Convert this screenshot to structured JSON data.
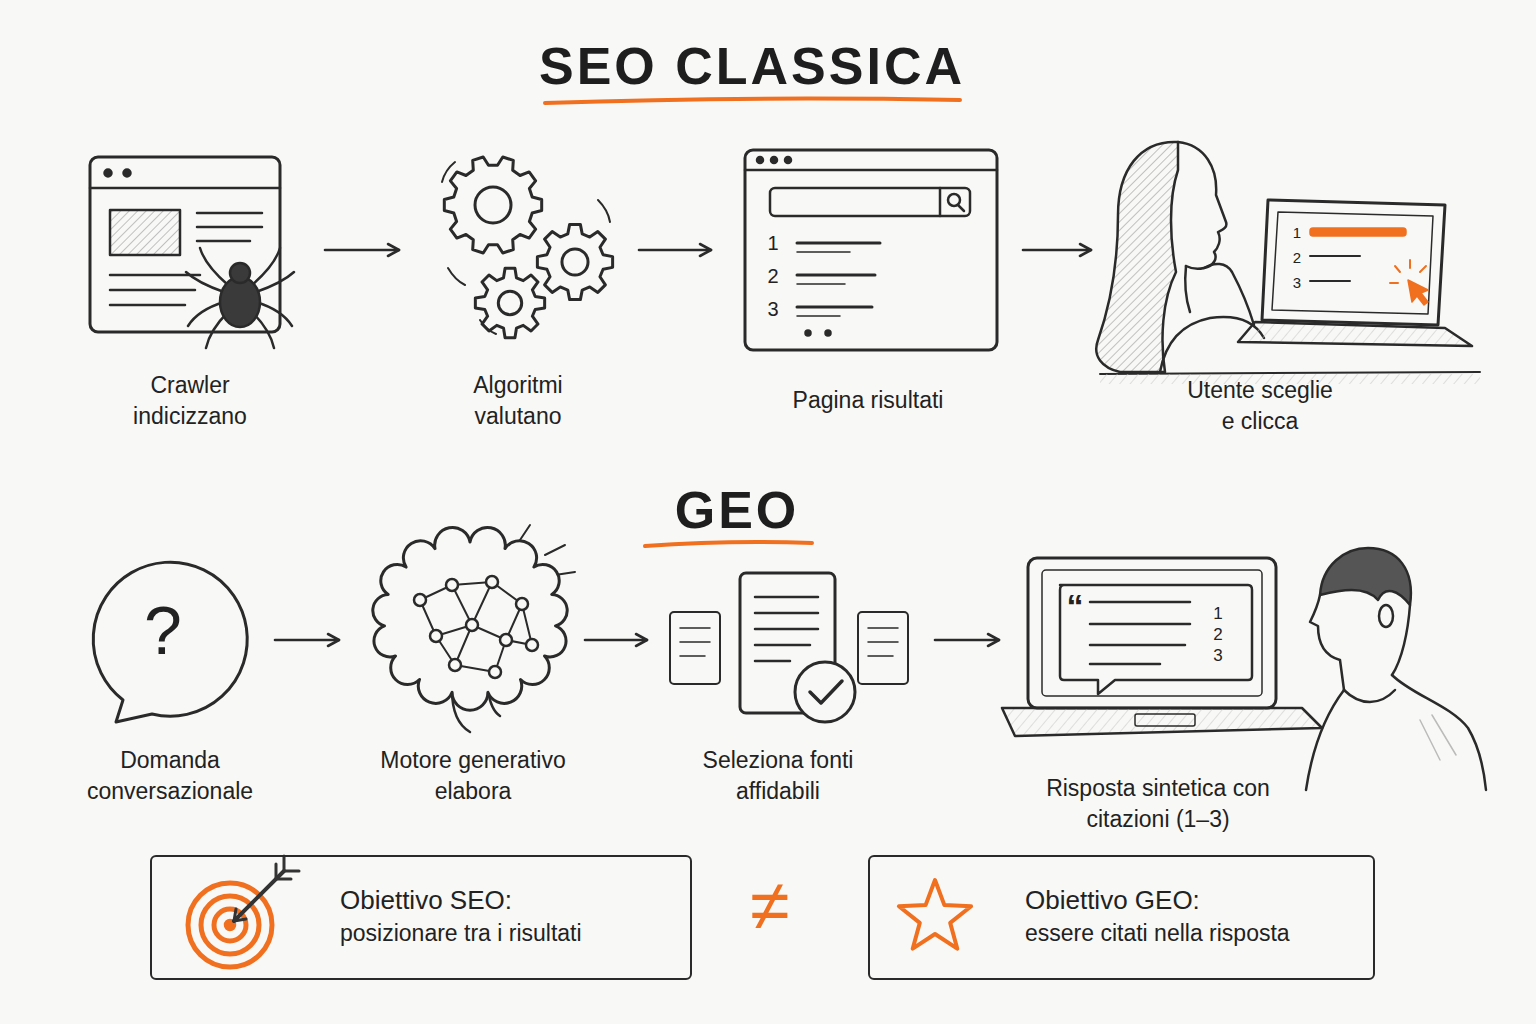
{
  "diagram": {
    "title": "SEO CLASSICA",
    "nodes": [
      {
        "text": [
          "Crawler indicizzano"
        ]
      },
      {
        "text": [
          "Algoritmi valutano"
        ]
      },
      {
        "text": [
          "Pagina risultati"
        ]
      },
      {
        "text": [
          "Utente sceglie e clicca"
        ]
      },
      {
        "text": [
          "Domanda conversazionale"
        ]
      },
      {
        "text": [
          "Motore generativo elabora"
        ]
      },
      {
        "text": [
          "Seleziona fonti affidabili"
        ]
      },
      {
        "text": [
          "Risposta sintetica con citazioni (1–3)"
        ]
      },
      {
        "text": [
          "Obiettivo SEO:",
          "posizionare tra i risultati"
        ]
      },
      {
        "text": [
          "Obiettivo GEO:",
          "essere citati nella risposta"
        ]
      }
    ],
    "edges": [
      {
        "from": 0,
        "to": 1,
        "arrow": "to"
      },
      {
        "from": 1,
        "to": 2,
        "arrow": "to"
      },
      {
        "from": 2,
        "to": 3,
        "arrow": "to"
      },
      {
        "from": 4,
        "to": 5,
        "arrow": "to"
      },
      {
        "from": 5,
        "to": 6,
        "arrow": "to"
      },
      {
        "from": 6,
        "to": 7,
        "arrow": "to"
      }
    ],
    "labels": [
      "1",
      "2",
      "3",
      "1",
      "2",
      "3",
      "GEO",
      "?",
      "“",
      "1",
      "2",
      "3",
      "≠"
    ]
  }
}
